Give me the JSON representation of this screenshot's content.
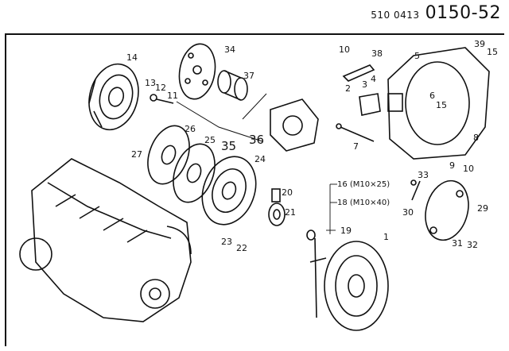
{
  "header": {
    "doc_number_small": "510 0413",
    "doc_number_big": "0150-52"
  },
  "callouts": [
    "14",
    "34",
    "37",
    "13",
    "12",
    "11",
    "35",
    "36",
    "26",
    "25",
    "24",
    "27",
    "23",
    "22",
    "20",
    "21",
    "10",
    "38",
    "5",
    "39",
    "15",
    "2",
    "3",
    "4",
    "6",
    "15",
    "7",
    "8",
    "9",
    "10",
    "33",
    "30",
    "29",
    "31",
    "32",
    "16 (M10×25)",
    "18 (M10×40)",
    "19",
    "1"
  ]
}
